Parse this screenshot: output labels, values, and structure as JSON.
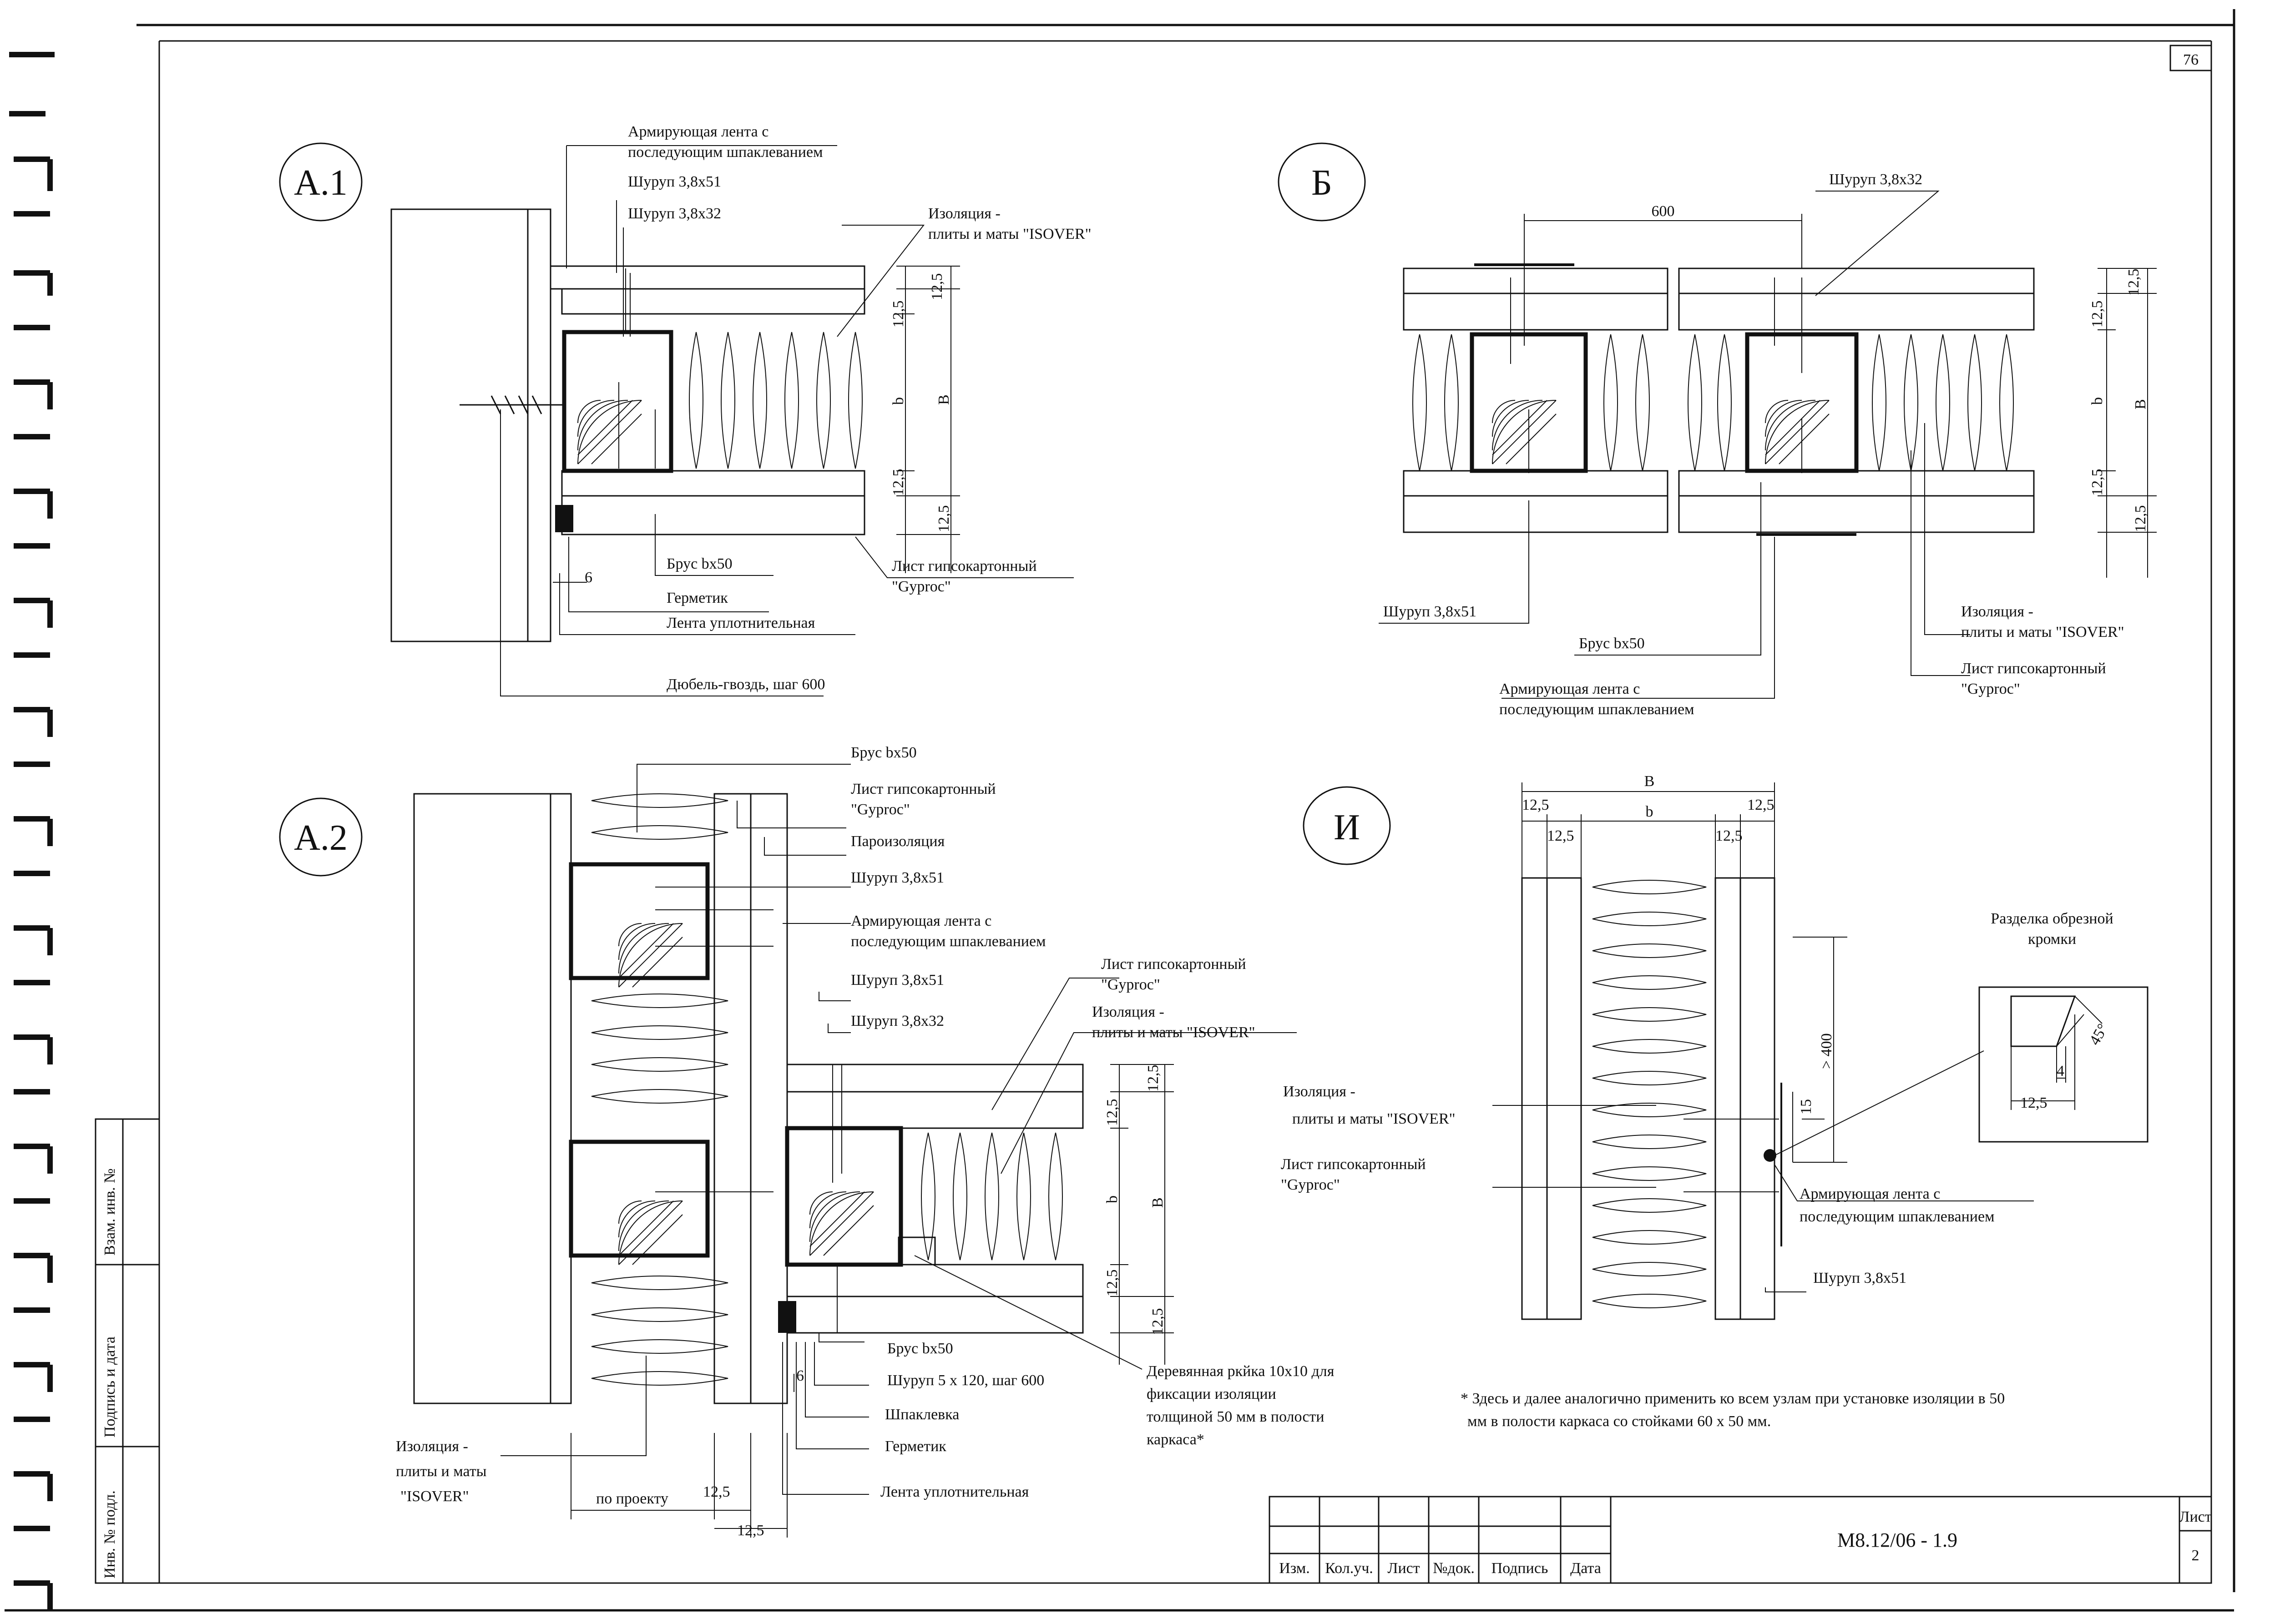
{
  "sheet": {
    "page_number": "76",
    "code": "М8.12/06 - 1.9",
    "sheet_label": "Лист",
    "sheet_number": "2",
    "stamp_cols": [
      "Изм.",
      "Кол.уч.",
      "Лист",
      "№док.",
      "Подпись",
      "Дата"
    ],
    "side_stamp": [
      "Взам. инв. №",
      "Подпись и дата",
      "Инв. № подл."
    ]
  },
  "details": {
    "a1": {
      "tag": "А.1",
      "labels": {
        "tape1": "Армирующая лента с",
        "tape2": "последующим шпаклеванием",
        "screw51": "Шуруп 3,8х51",
        "screw32": "Шуруп 3,8х32",
        "iso1": "Изоляция -",
        "iso2": "плиты и маты \"ISOVER\"",
        "beam": "Брус bх50",
        "gk1": "Лист гипсокартонный",
        "gk2": "\"Gyproc\"",
        "sealant": "Герметик",
        "seal_tape": "Лента уплотнительная",
        "dowel": "Дюбель-гвоздь, шаг 600"
      },
      "dims": {
        "d1": "12,5",
        "d2": "12,5",
        "b": "b",
        "B": "B",
        "d3": "12,5",
        "d4": "12,5",
        "gap": "6"
      }
    },
    "b": {
      "tag": "Б",
      "labels": {
        "screw32": "Шуруп 3,8х32",
        "screw51": "Шуруп 3,8х51",
        "beam": "Брус bх50",
        "tape1": "Армирующая лента с",
        "tape2": "последующим шпаклеванием",
        "iso1": "Изоляция -",
        "iso2": "плиты и маты \"ISOVER\"",
        "gk1": "Лист гипсокартонный",
        "gk2": "\"Gyproc\""
      },
      "dims": {
        "spacing": "600",
        "d1": "12,5",
        "d2": "12,5",
        "b": "b",
        "B": "B",
        "d3": "12,5",
        "d4": "12,5"
      }
    },
    "a2": {
      "tag": "А.2",
      "labels": {
        "beam": "Брус bх50",
        "gk1": "Лист гипсокартонный",
        "gk2": "\"Gyproc\"",
        "vapor": "Пароизоляция",
        "screw51a": "Шуруп 3,8х51",
        "tape1": "Армирующая лента с",
        "tape2": "последующим шпаклеванием",
        "screw51b": "Шуруп 3,8х51",
        "screw32": "Шуруп 3,8х32",
        "gk1b": "Лист гипсокартонный",
        "gk2b": "\"Gyproc\"",
        "iso1b": "Изоляция -",
        "iso2b": "плиты и маты \"ISOVER\"",
        "beam2": "Брус bх50",
        "screw5": "Шуруп 5 х 120, шаг 600",
        "putty": "Шпаклевка",
        "sealant": "Герметик",
        "seal_tape": "Лента уплотнительная",
        "rail1": "Деревянная ркйка 10х10 для",
        "rail2": "фиксации изоляции",
        "rail3": "толщиной 50 мм в полости",
        "rail4": "каркаса*",
        "iso1": "Изоляция -",
        "iso2": "плиты и маты",
        "iso3": "\"ISOVER\"",
        "by_project": "по проекту"
      },
      "dims": {
        "d1": "12,5",
        "d2": "12,5",
        "b": "b",
        "B": "B",
        "d3": "12,5",
        "d4": "12,5",
        "bot1": "12,5",
        "bot2": "12,5",
        "gap": "6"
      }
    },
    "i": {
      "tag": "И",
      "labels": {
        "iso1": "Изоляция -",
        "iso2": "плиты и маты \"ISOVER\"",
        "gk1": "Лист гипсокартонный",
        "gk2": "\"Gyproc\"",
        "tape1": "Армирующая лента с",
        "tape2": "последующим шпаклеванием",
        "screw51": "Шуруп 3,8х51",
        "edge1": "Разделка обрезной",
        "edge2": "кромки"
      },
      "dims": {
        "B": "B",
        "b": "b",
        "l1": "12,5",
        "r1": "12,5",
        "l2": "12,5",
        "r2": "12,5",
        "over": "> 400",
        "d15": "15",
        "angle": "45°",
        "e4": "4",
        "e125": "12,5"
      }
    }
  },
  "note": {
    "line1": "* Здесь и далее аналогично применить ко всем узлам при установке изоляции в 50",
    "line2": "мм в полости каркаса со стойками 60 х 50 мм."
  }
}
